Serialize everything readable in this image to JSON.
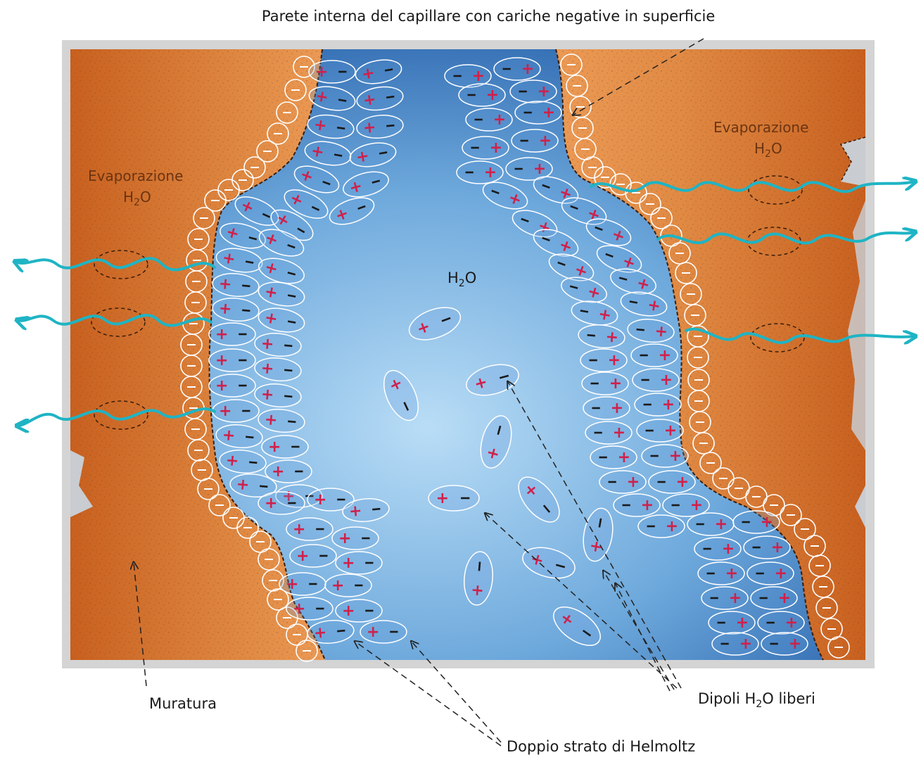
{
  "labels": {
    "top_annotation": "Parete interna del capillare con cariche negative in superficie",
    "evaporation_left_line1": "Evaporazione",
    "evaporation_left_h": "H",
    "evaporation_left_sub": "2",
    "evaporation_left_o": "O",
    "evaporation_right_line1": "Evaporazione",
    "evaporation_right_h": "H",
    "evaporation_right_sub": "2",
    "evaporation_right_o": "O",
    "water_h": "H",
    "water_sub": "2",
    "water_o": "O",
    "masonry": "Muratura",
    "free_dipoles_prefix": "Dipoli H",
    "free_dipoles_sub": "2",
    "free_dipoles_suffix": "O liberi",
    "helmholtz": "Doppio strato di Helmoltz",
    "plus": "+",
    "minus": "−"
  },
  "colors": {
    "masonry": "#d9732e",
    "water_center": "#a9d3f2",
    "water_edge": "#2d6fb8",
    "frame": "#d4d4d4",
    "wave": "#1fb4c4",
    "plus": "#d0204a",
    "minus": "#1a1a1a",
    "ring": "#ffffff"
  }
}
